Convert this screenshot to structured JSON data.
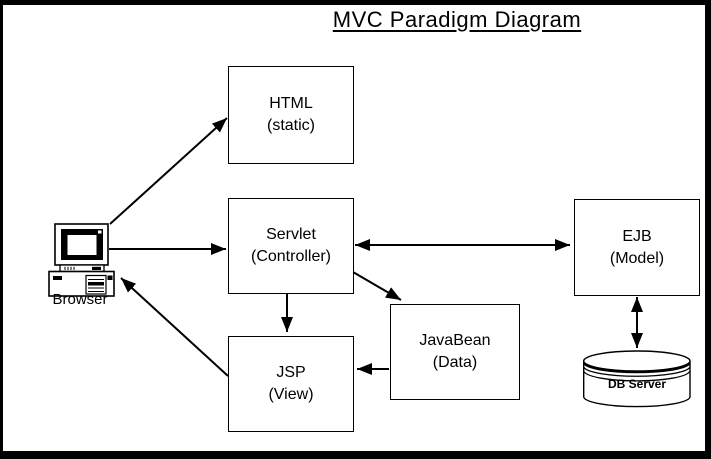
{
  "title": "MVC Paradigm Diagram",
  "nodes": {
    "html": {
      "title": "HTML",
      "subtitle": "(static)"
    },
    "servlet": {
      "title": "Servlet",
      "subtitle": "(Controller)"
    },
    "ejb": {
      "title": "EJB",
      "subtitle": "(Model)"
    },
    "javabean": {
      "title": "JavaBean",
      "subtitle": "(Data)"
    },
    "jsp": {
      "title": "JSP",
      "subtitle": "(View)"
    }
  },
  "browser": {
    "label": "Browser"
  },
  "database": {
    "label": "DB Server"
  },
  "connections": [
    {
      "from": "Browser",
      "to": "HTML (static)",
      "direction": "one-way"
    },
    {
      "from": "Browser",
      "to": "Servlet (Controller)",
      "direction": "one-way"
    },
    {
      "from": "Servlet (Controller)",
      "to": "EJB (Model)",
      "direction": "two-way"
    },
    {
      "from": "Servlet (Controller)",
      "to": "JSP (View)",
      "direction": "one-way"
    },
    {
      "from": "Servlet (Controller)",
      "to": "JavaBean (Data)",
      "direction": "one-way"
    },
    {
      "from": "JavaBean (Data)",
      "to": "JSP (View)",
      "direction": "one-way"
    },
    {
      "from": "JSP (View)",
      "to": "Browser",
      "direction": "one-way"
    },
    {
      "from": "EJB (Model)",
      "to": "DB Server",
      "direction": "two-way"
    }
  ],
  "colors": {
    "line": "#000000",
    "background": "#ffffff"
  }
}
